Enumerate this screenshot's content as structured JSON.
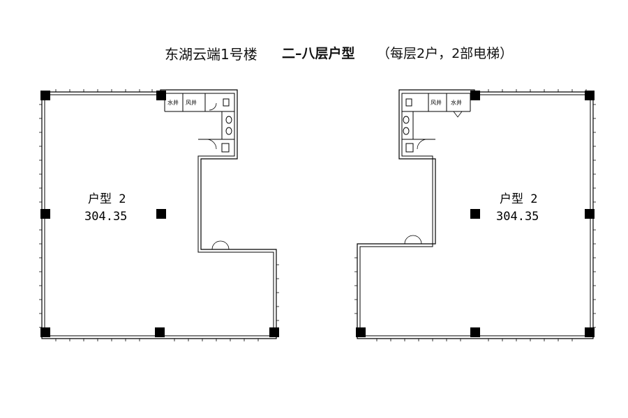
{
  "title": {
    "main": "东湖云端1号楼",
    "floors": "二–八层户型",
    "note": "（每层2户，2部电梯）"
  },
  "units": [
    {
      "type_label": "户型 2",
      "area": "304.35",
      "shaft_water": "水井",
      "shaft_elec": "风井"
    },
    {
      "type_label": "户型 2",
      "area": "304.35",
      "shaft_water": "水井",
      "shaft_elec": "风井"
    }
  ]
}
